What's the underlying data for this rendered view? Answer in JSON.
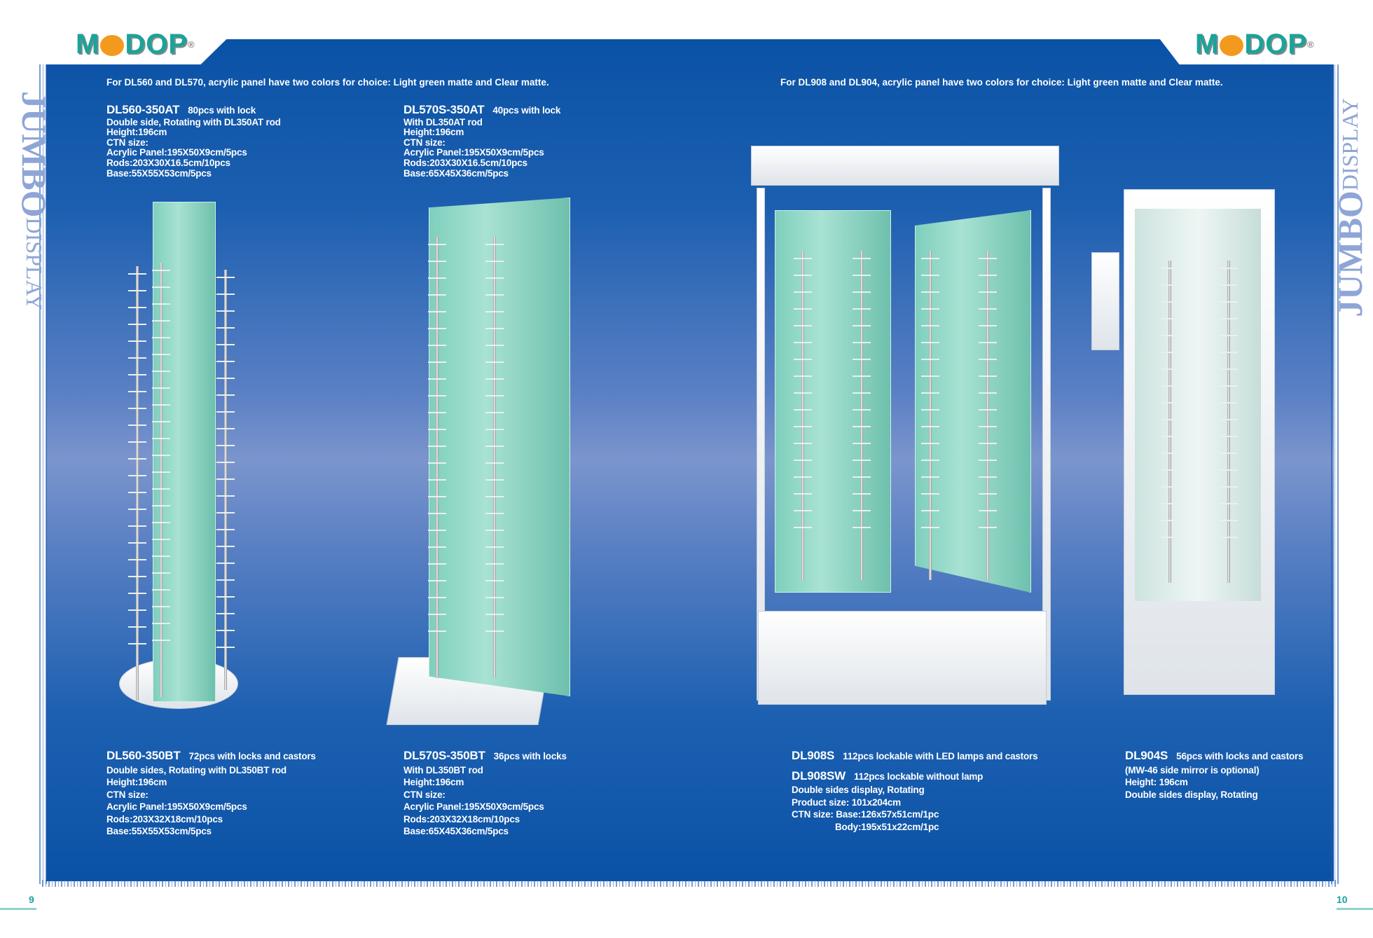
{
  "brand": {
    "logo_text": "MODOP",
    "registered_mark": "®"
  },
  "side_title": {
    "left": {
      "big": "JUMBO",
      "small": "DISPLAY"
    },
    "right": {
      "big": "JUMBO",
      "small": "DISPLAY"
    }
  },
  "notes": {
    "left": "For DL560 and DL570, acrylic panel have two colors for choice: Light green matte and Clear matte.",
    "right": "For DL908 and DL904, acrylic panel have two colors for choice: Light green matte and Clear matte."
  },
  "products": {
    "dl560at": {
      "model": "DL560-350AT",
      "summary": "80pcs  with lock",
      "lines": [
        "Double side, Rotating with DL350AT rod",
        "Height:196cm",
        "CTN size:",
        "Acrylic Panel:195X50X9cm/5pcs",
        "Rods:203X30X16.5cm/10pcs",
        "Base:55X55X53cm/5pcs"
      ]
    },
    "dl570at": {
      "model": "DL570S-350AT",
      "summary": "40pcs  with lock",
      "lines": [
        "With DL350AT rod",
        "Height:196cm",
        "CTN size:",
        "Acrylic Panel:195X50X9cm/5pcs",
        "Rods:203X30X16.5cm/10pcs",
        "Base:65X45X36cm/5pcs"
      ]
    },
    "dl560bt": {
      "model": "DL560-350BT",
      "summary": "72pcs  with locks and castors",
      "lines": [
        "Double sides, Rotating with DL350BT rod",
        "Height:196cm",
        "CTN size:",
        "Acrylic Panel:195X50X9cm/5pcs",
        "Rods:203X32X18cm/10pcs",
        "Base:55X55X53cm/5pcs"
      ]
    },
    "dl570bt": {
      "model": "DL570S-350BT",
      "summary": "36pcs  with locks",
      "lines": [
        "With DL350BT rod",
        "Height:196cm",
        "CTN size:",
        "Acrylic Panel:195X50X9cm/5pcs",
        "Rods:203X32X18cm/10pcs",
        "Base:65X45X36cm/5pcs"
      ]
    },
    "dl908s": {
      "model": "DL908S",
      "summary": "112pcs  lockable with LED lamps and castors"
    },
    "dl908sw": {
      "model": "DL908SW",
      "summary": "112pcs  lockable without lamp",
      "lines": [
        "Double sides display, Rotating",
        "Product size: 101x204cm",
        "CTN size: Base:126x57x51cm/1pc",
        "Body:195x51x22cm/1pc"
      ]
    },
    "dl904s": {
      "model": "DL904S",
      "summary": "56pcs  with locks and castors",
      "lines": [
        "(MW-46 side mirror is optional)",
        "Height: 196cm",
        "Double sides display, Rotating"
      ]
    }
  },
  "pages": {
    "left": "9",
    "right": "10"
  },
  "colors": {
    "brand_teal": "#1aa39a",
    "panel_blue": "#0a52a6",
    "panel_light": "#7b95cd",
    "acrylic_green": "#7fcfbd"
  }
}
